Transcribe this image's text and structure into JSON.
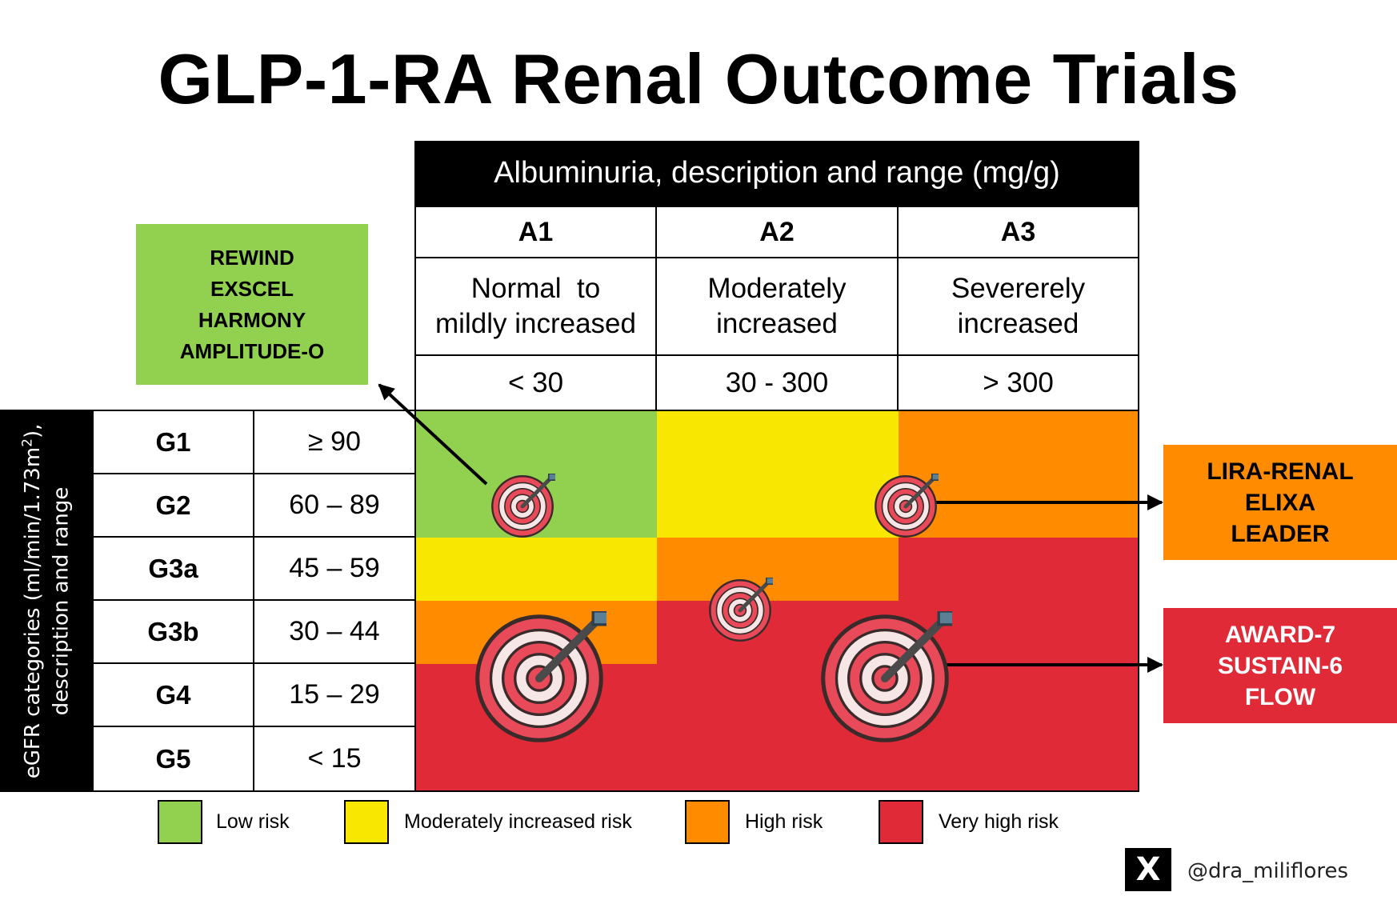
{
  "title": "GLP-1-RA Renal Outcome Trials",
  "albuminuria": {
    "header": "Albuminuria, description and range (mg/g)",
    "columns": [
      {
        "code": "A1",
        "description": [
          "Normal  to",
          "mildly increased"
        ],
        "range": "< 30"
      },
      {
        "code": "A2",
        "description": [
          "Moderately",
          "increased"
        ],
        "range": "30 - 300"
      },
      {
        "code": "A3",
        "description": [
          "Severerely",
          "increased"
        ],
        "range": "> 300"
      }
    ]
  },
  "egfr": {
    "header_line1_prefix": "eGFR categories (ml/min/1.73m",
    "header_sup": "2",
    "header_line1_suffix": "),",
    "header_line2": "description and range",
    "rows": [
      {
        "code": "G1",
        "range": "≥ 90"
      },
      {
        "code": "G2",
        "range": "60 – 89"
      },
      {
        "code": "G3a",
        "range": "45 – 59"
      },
      {
        "code": "G3b",
        "range": "30 – 44"
      },
      {
        "code": "G4",
        "range": "15 – 29"
      },
      {
        "code": "G5",
        "range": "< 15"
      }
    ]
  },
  "risk_colors": {
    "low": "#92d050",
    "moderate": "#f8e700",
    "high": "#ff8c00",
    "very_high": "#e02a37"
  },
  "risk_grid": [
    [
      "low",
      "moderate",
      "high"
    ],
    [
      "low",
      "moderate",
      "high"
    ],
    [
      "moderate",
      "high",
      "very_high"
    ],
    [
      "high",
      "very_high",
      "very_high"
    ],
    [
      "very_high",
      "very_high",
      "very_high"
    ],
    [
      "very_high",
      "very_high",
      "very_high"
    ]
  ],
  "trial_groups": [
    {
      "id": "low-risk-trials",
      "trials": [
        "REWIND",
        "EXSCEL",
        "HARMONY",
        "AMPLITUDE-O"
      ],
      "color": "#92d050",
      "text_color": "#000000"
    },
    {
      "id": "high-risk-trials",
      "trials": [
        "LIRA-RENAL",
        "ELIXA",
        "LEADER"
      ],
      "color": "#ff8c00",
      "text_color": "#000000"
    },
    {
      "id": "very-high-risk-trials",
      "trials": [
        "AWARD-7",
        "SUSTAIN-6",
        "FLOW"
      ],
      "color": "#e02a37",
      "text_color": "#ffffff"
    }
  ],
  "targets": [
    {
      "name": "target-icon-g1g2-a1",
      "size": "small"
    },
    {
      "name": "target-icon-g1g2-a3",
      "size": "small"
    },
    {
      "name": "target-icon-g3-a2",
      "size": "small"
    },
    {
      "name": "target-icon-g3b-a1",
      "size": "large"
    },
    {
      "name": "target-icon-g3b-a3",
      "size": "large"
    }
  ],
  "legend": [
    {
      "label": "Low risk",
      "color": "#92d050"
    },
    {
      "label": "Moderately increased risk",
      "color": "#f8e700"
    },
    {
      "label": "High risk",
      "color": "#ff8c00"
    },
    {
      "label": "Very high risk",
      "color": "#e02a37"
    }
  ],
  "social": {
    "icon": "x-logo-icon",
    "logo_text": "X",
    "handle": "@dra_miliflores"
  }
}
